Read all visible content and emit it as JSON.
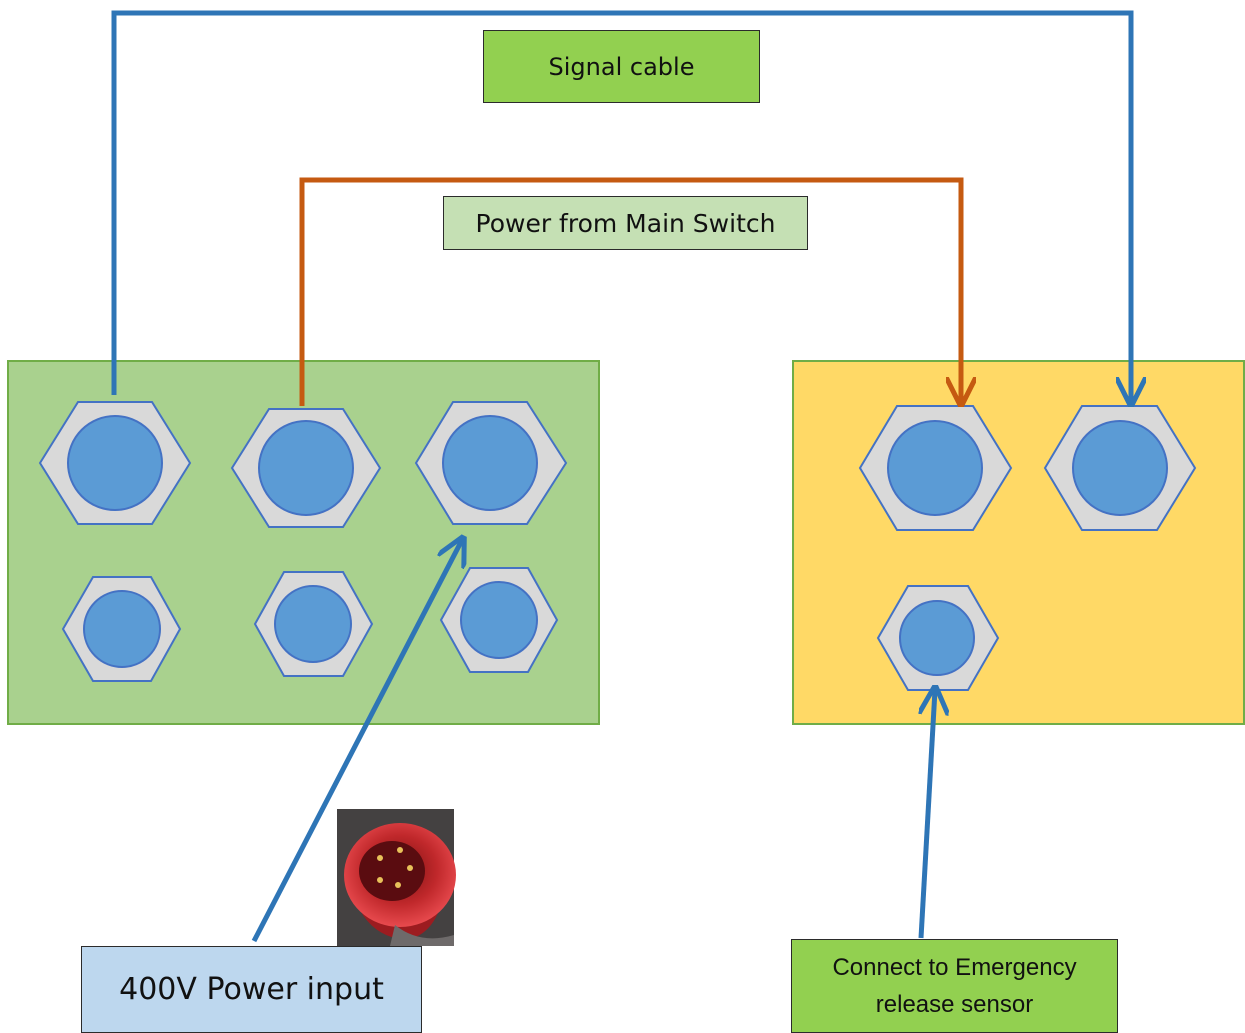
{
  "labels": {
    "signal_cable": "Signal cable",
    "power_main_switch": "Power from Main Switch",
    "power_input": "400V Power input",
    "emergency_sensor": "Connect to Emergency release sensor"
  },
  "colors": {
    "left_panel": "#a9d18e",
    "right_panel": "#ffd966",
    "signal_cable": "#2e75b6",
    "power_cable": "#c55a11",
    "gland_nut": "#d9d9d9",
    "gland_core": "#5b9bd5",
    "gland_outline": "#4472c4"
  },
  "icons": {
    "plug": "red-400v-plug-icon",
    "gland": "cable-gland-icon"
  }
}
